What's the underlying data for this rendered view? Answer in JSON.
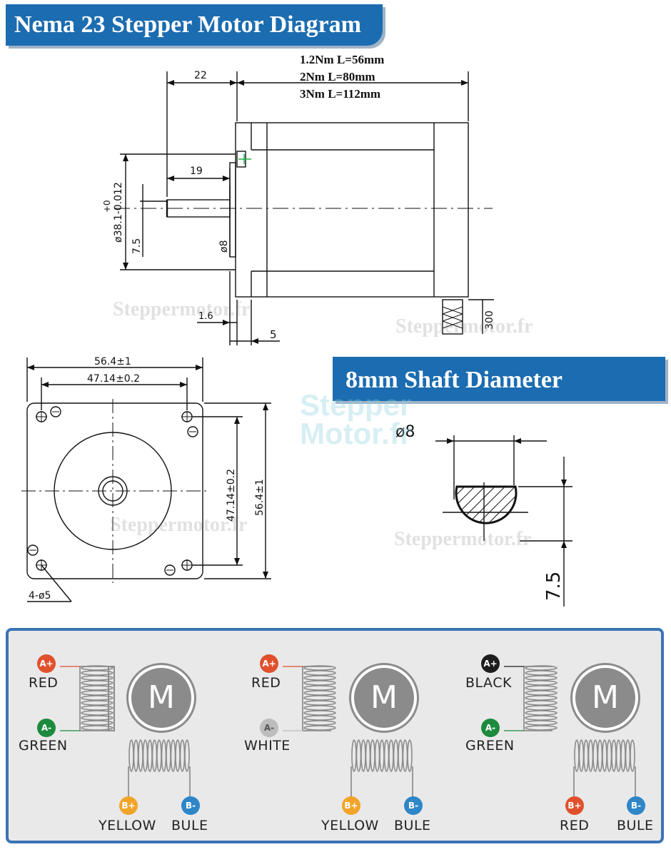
{
  "title": "Nema 23 Stepper Motor Diagram",
  "shaft_title": "8mm Shaft Diameter",
  "lengths": [
    "1.2Nm L=56mm",
    "2Nm L=80mm",
    "3Nm L=112mm"
  ],
  "side_view_dims": {
    "d22": "22",
    "d19": "19",
    "d_plus": "+0",
    "d_flange": "ø38.1-0.012",
    "d7_5": "7.5",
    "d_shaft": "ø8",
    "d1_6": "1.6",
    "d5": "5",
    "d300": "300"
  },
  "front_view_dims": {
    "overall": "56.4±1",
    "holes": "47.14±0.2",
    "holes_v": "47.14±0.2",
    "overall_v": "56.4±1",
    "hole_note": "4-ø5"
  },
  "shaft_dims": {
    "diameter": "ø8",
    "flat": "7.5"
  },
  "watermark": "Steppermotor.fr",
  "logo": {
    "line1": "Stepper",
    "line2": "Motor.fr"
  },
  "colors": {
    "banner": "#1b6cb0",
    "red": "#e0502c",
    "green": "#1d8a3e",
    "white": "#bdbdbd",
    "black": "#1e1e1e",
    "yellow": "#f2a42a",
    "blue": "#2e86c8",
    "panel_border": "#3a74b4"
  },
  "wiring": [
    {
      "a_plus": "A+",
      "a_plus_color": "RED",
      "a_minus": "A-",
      "a_minus_color": "GREEN",
      "b_plus": "B+",
      "b_plus_color": "YELLOW",
      "b_minus": "B-",
      "b_minus_color": "BULE",
      "motor": "M"
    },
    {
      "a_plus": "A+",
      "a_plus_color": "RED",
      "a_minus": "A-",
      "a_minus_color": "WHITE",
      "b_plus": "B+",
      "b_plus_color": "YELLOW",
      "b_minus": "B-",
      "b_minus_color": "BULE",
      "motor": "M"
    },
    {
      "a_plus": "A+",
      "a_plus_color": "BLACK",
      "a_minus": "A-",
      "a_minus_color": "GREEN",
      "b_plus": "B+",
      "b_plus_color": "RED",
      "b_minus": "B-",
      "b_minus_color": "BULE",
      "motor": "M"
    }
  ]
}
